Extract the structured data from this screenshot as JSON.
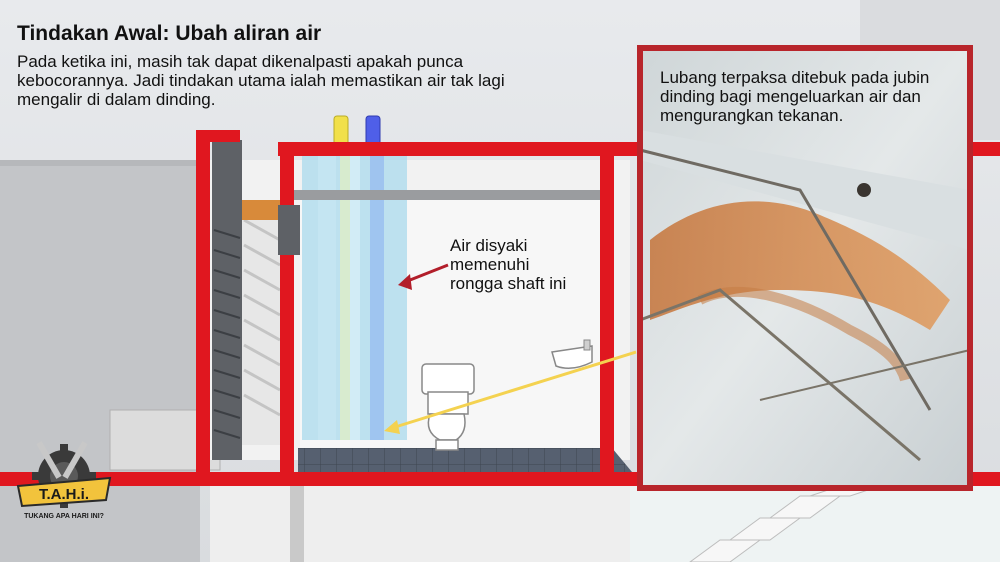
{
  "header": {
    "title": "Tindakan Awal: Ubah aliran air",
    "intro": "Pada ketika ini, masih tak dapat dikenalpasti apakah punca kebocorannya. Jadi tindakan utama ialah memastikan air tak lagi mengalir di dalam dinding."
  },
  "annotations": {
    "shaft_note": "Air disyaki memenuhi rongga shaft ini",
    "photo_caption": "Lubang terpaksa ditebuk pada jubin dinding bagi mengeluarkan air dan mengurangkan tekanan."
  },
  "logo": {
    "name": "T.A.H.i.",
    "tagline": "TUKANG APA HARI INI?"
  },
  "colors": {
    "wall_section": "#e0171f",
    "shaft_water": "#a9d9ec",
    "pointer_shaft": "#b21e2a",
    "pointer_photo": "#f4d250",
    "photo_frame": "#b8252b",
    "floor_tile": "#4e5762",
    "pipe_yellow": "#f1e04a",
    "pipe_blue": "#4f5fe8"
  }
}
